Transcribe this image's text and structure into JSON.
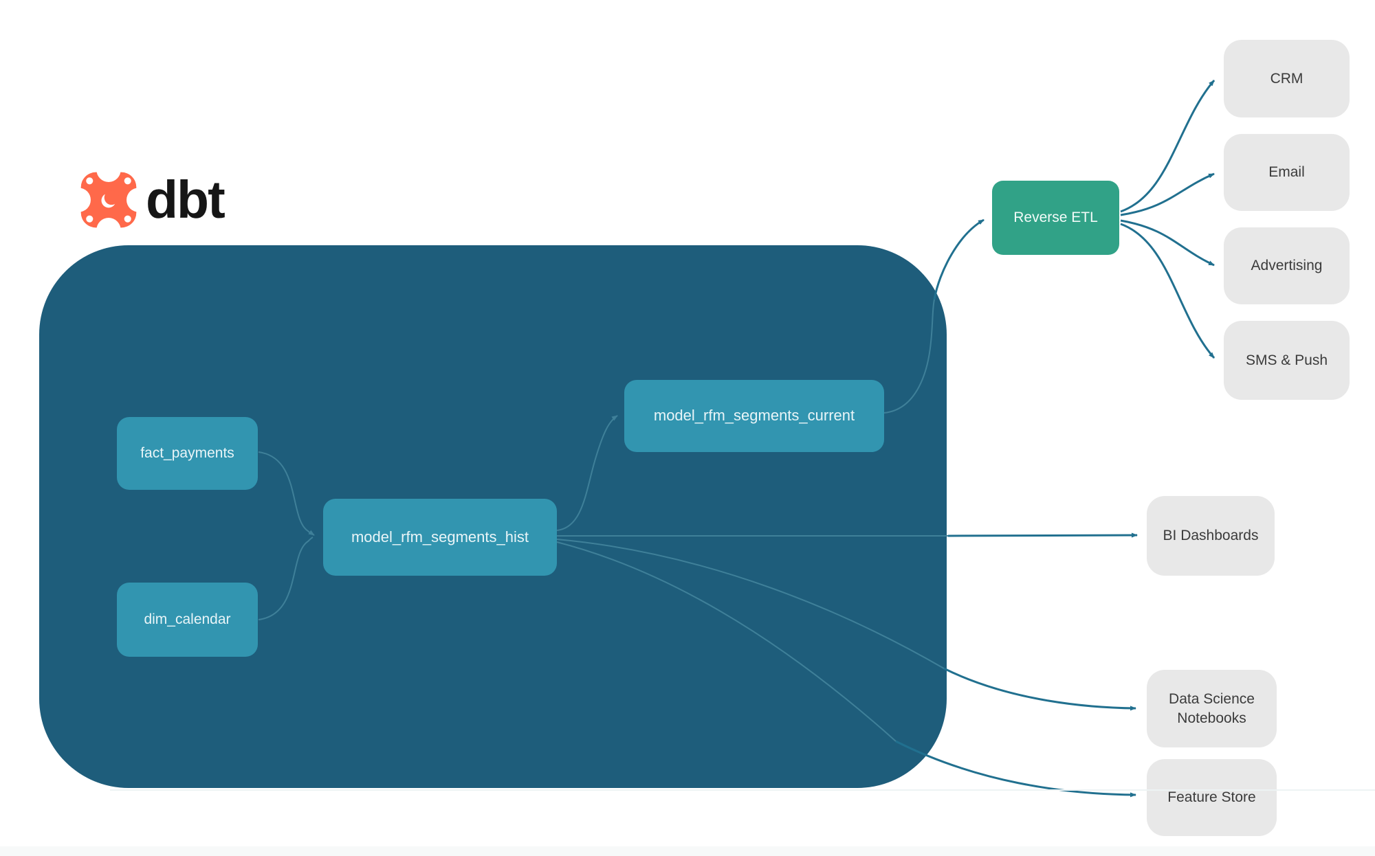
{
  "logo": {
    "text": "dbt"
  },
  "nodes": {
    "fact_payments": {
      "label": "fact_payments"
    },
    "dim_calendar": {
      "label": "dim_calendar"
    },
    "model_rfm_segments_hist": {
      "label": "model_rfm_segments_hist"
    },
    "model_rfm_segments_current": {
      "label": "model_rfm_segments_current"
    },
    "reverse_etl": {
      "label": "Reverse ETL"
    },
    "crm": {
      "label": "CRM"
    },
    "email": {
      "label": "Email"
    },
    "advertising": {
      "label": "Advertising"
    },
    "sms_push": {
      "label": "SMS & Push"
    },
    "bi_dashboards": {
      "label": "BI Dashboards"
    },
    "data_science_notebooks": {
      "label": "Data Science Notebooks"
    },
    "feature_store": {
      "label": "Feature Store"
    }
  },
  "edges": [
    {
      "from": "fact_payments",
      "to": "model_rfm_segments_hist"
    },
    {
      "from": "dim_calendar",
      "to": "model_rfm_segments_hist"
    },
    {
      "from": "model_rfm_segments_hist",
      "to": "model_rfm_segments_current"
    },
    {
      "from": "model_rfm_segments_hist",
      "to": "bi_dashboards"
    },
    {
      "from": "model_rfm_segments_hist",
      "to": "data_science_notebooks"
    },
    {
      "from": "model_rfm_segments_hist",
      "to": "feature_store"
    },
    {
      "from": "model_rfm_segments_current",
      "to": "reverse_etl"
    },
    {
      "from": "reverse_etl",
      "to": "crm"
    },
    {
      "from": "reverse_etl",
      "to": "email"
    },
    {
      "from": "reverse_etl",
      "to": "advertising"
    },
    {
      "from": "reverse_etl",
      "to": "sms_push"
    }
  ],
  "colors": {
    "container": "#1e5d7b",
    "model_node": "#3295b0",
    "reverse_etl_node": "#31a287",
    "destination_node": "#e8e8e8",
    "edge_dark": "#21708f",
    "edge_light": "#3f8099",
    "logo_orange": "#ff694a"
  }
}
